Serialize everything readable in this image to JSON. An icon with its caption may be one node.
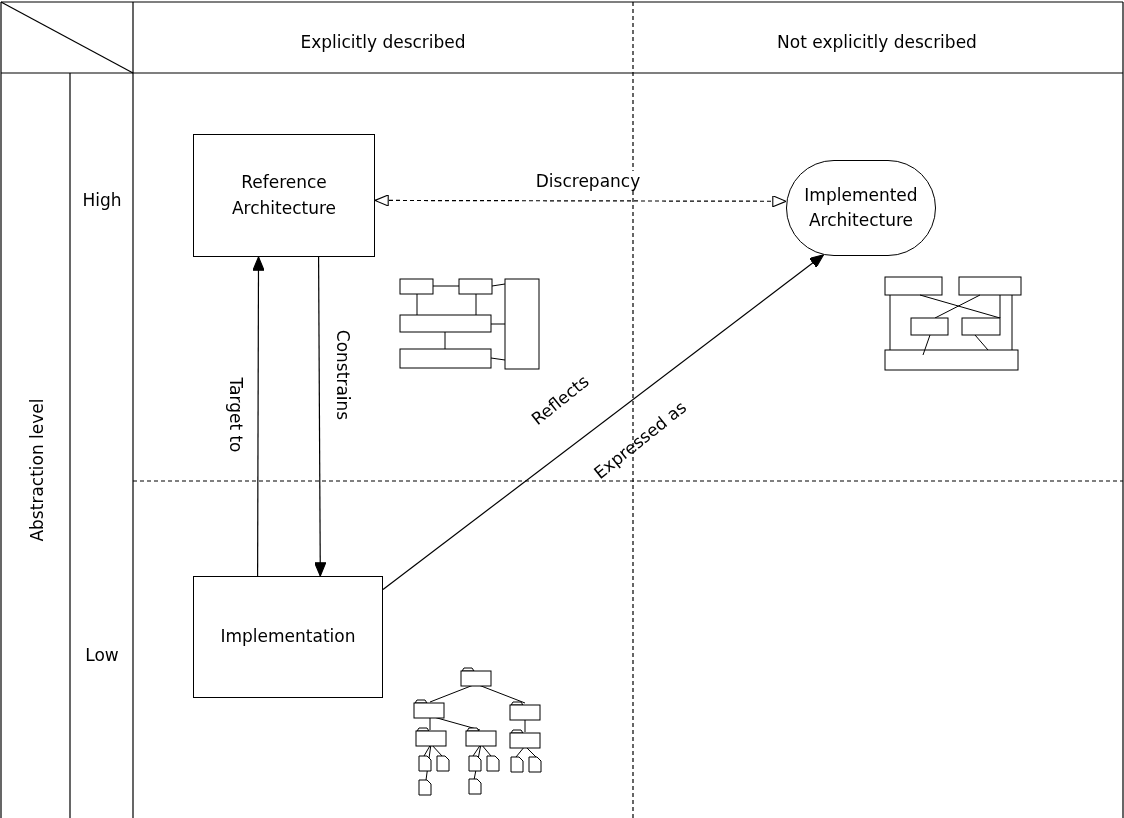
{
  "diagram": {
    "nodes": [
      {
        "text": [
          "Reference Architecture"
        ]
      },
      {
        "text": [
          "Implemented Architecture"
        ]
      },
      {
        "text": [
          "Implementation"
        ]
      }
    ],
    "edges": [
      {
        "from": 0,
        "to": 1,
        "arrow": "both",
        "label": "Discrepancy",
        "style": "dashed"
      },
      {
        "from": 2,
        "to": 0,
        "arrow": "to",
        "label": "Target to"
      },
      {
        "from": 0,
        "to": 2,
        "arrow": "to",
        "label": "Constrains"
      },
      {
        "from": 2,
        "to": 1,
        "arrow": "to",
        "label": "Reflects"
      }
    ],
    "labels": [
      "Explicitly described",
      "Not explicitly described",
      "High",
      "Expressed as",
      "Abstraction level",
      "Low"
    ]
  }
}
